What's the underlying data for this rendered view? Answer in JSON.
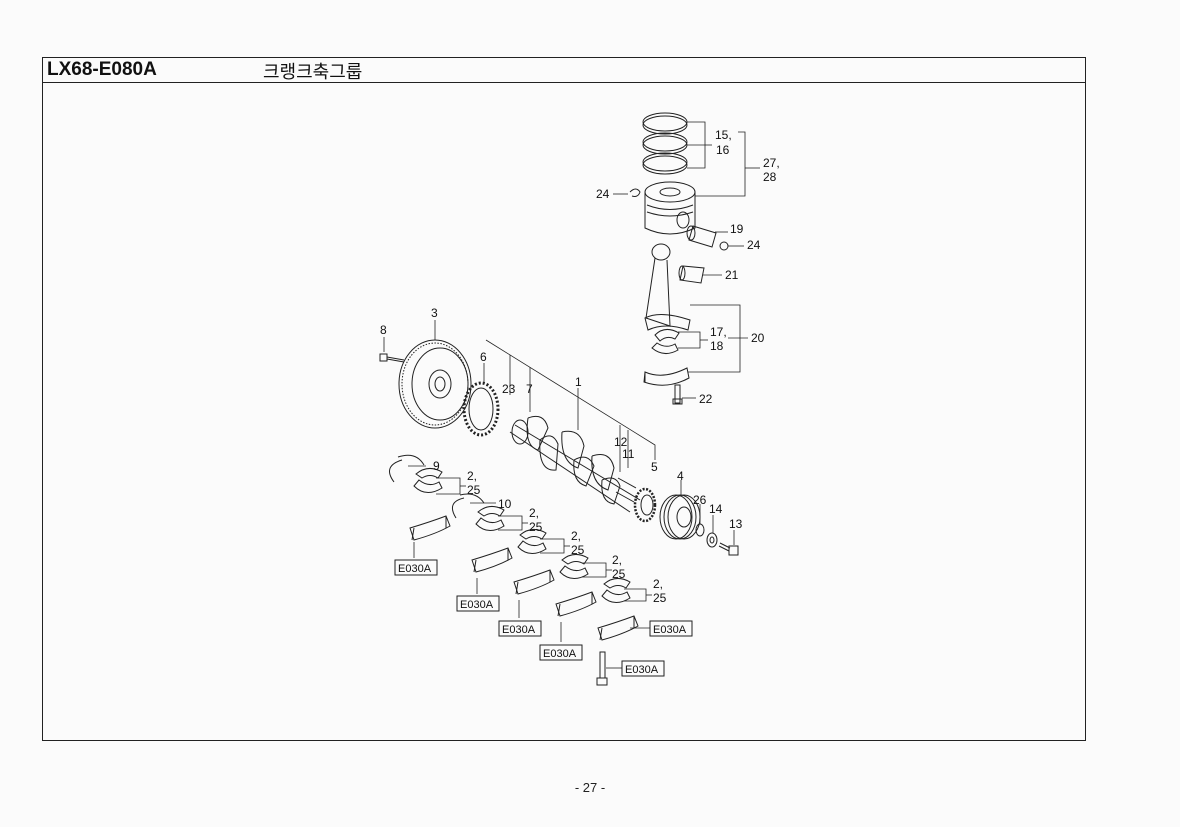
{
  "header": {
    "code": "LX68-E080A",
    "title": "크랭크축그룹"
  },
  "footer": {
    "page": "- 27 -"
  },
  "callouts": {
    "c1": "1",
    "c2a": "2,",
    "c25a": "25",
    "c2b": "2,",
    "c25b": "25",
    "c2c": "2,",
    "c25c": "25",
    "c2d": "2,",
    "c25d": "25",
    "c2e": "2,",
    "c25e": "25",
    "c3": "3",
    "c4": "4",
    "c5": "5",
    "c6": "6",
    "c7": "7",
    "c8": "8",
    "c9": "9",
    "c10": "10",
    "c11": "11",
    "c12": "12",
    "c13": "13",
    "c14": "14",
    "c15": "15,",
    "c16": "16",
    "c17": "17,",
    "c18": "18",
    "c19": "19",
    "c20": "20",
    "c21": "21",
    "c22": "22",
    "c23": "23",
    "c24a": "24",
    "c24b": "24",
    "c26": "26",
    "c27": "27,",
    "c28": "28"
  },
  "references": {
    "r1": "E030A",
    "r2": "E030A",
    "r3": "E030A",
    "r4": "E030A",
    "r5": "E030A",
    "r6": "E030A"
  }
}
